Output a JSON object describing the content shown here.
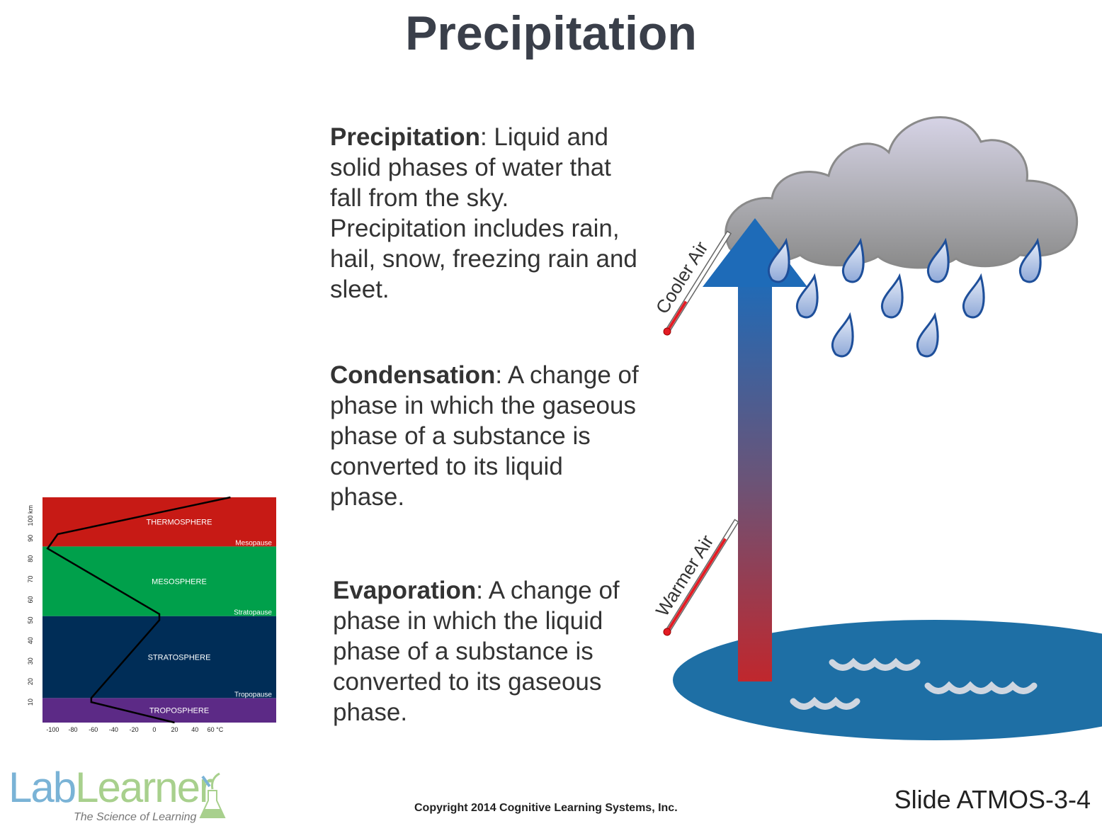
{
  "title": "Precipitation",
  "definitions": [
    {
      "term": "Precipitation",
      "text": ": Liquid and solid phases of water that fall from the sky. Precipitation includes rain, hail, snow, freezing rain and sleet."
    },
    {
      "term": "Condensation",
      "text": ": A change of phase in which the gaseous phase of a substance is converted to its liquid phase."
    },
    {
      "term": "Evaporation",
      "text": ": A change of phase in which the liquid phase of a substance is converted to its gaseous phase."
    }
  ],
  "illustration": {
    "cooler_label": "Cooler Air",
    "warmer_label": "Warmer Air",
    "cooler_fill": 0.3,
    "warmer_fill": 0.85
  },
  "chart_data": {
    "type": "line",
    "title": "",
    "xlabel": "°C",
    "ylabel": "km",
    "x_ticks": [
      "-100",
      "-80",
      "-60",
      "-40",
      "-20",
      "0",
      "20",
      "40",
      "60 °C"
    ],
    "y_ticks": [
      "10",
      "20",
      "30",
      "40",
      "50",
      "60",
      "70",
      "80",
      "90",
      "100 km"
    ],
    "xlim": [
      -110,
      120
    ],
    "ylim": [
      0,
      110
    ],
    "series": [
      {
        "name": "temperature profile",
        "x": [
          20,
          -62,
          -62,
          5,
          5,
          -105,
          -95,
          75
        ],
        "y": [
          0,
          10,
          12,
          50,
          53,
          85,
          92,
          110
        ]
      }
    ],
    "layers": [
      {
        "name": "TROPOSPHERE",
        "from": 0,
        "to": 12,
        "color": "#5c2a86",
        "boundary": "Tropopause"
      },
      {
        "name": "STRATOSPHERE",
        "from": 12,
        "to": 52,
        "color": "#002d57",
        "boundary": "Stratopause"
      },
      {
        "name": "MESOSPHERE",
        "from": 52,
        "to": 86,
        "color": "#00a04b",
        "boundary": "Mesopause"
      },
      {
        "name": "THERMOSPHERE",
        "from": 86,
        "to": 112,
        "color": "#c71a15",
        "boundary": ""
      }
    ]
  },
  "footer": {
    "copyright": "Copyright 2014 Cognitive Learning Systems, Inc.",
    "slide": "Slide ATMOS-3-4"
  },
  "logo": {
    "lab": "Lab",
    "learner": "Learner",
    "tagline": "The Science of Learning"
  }
}
